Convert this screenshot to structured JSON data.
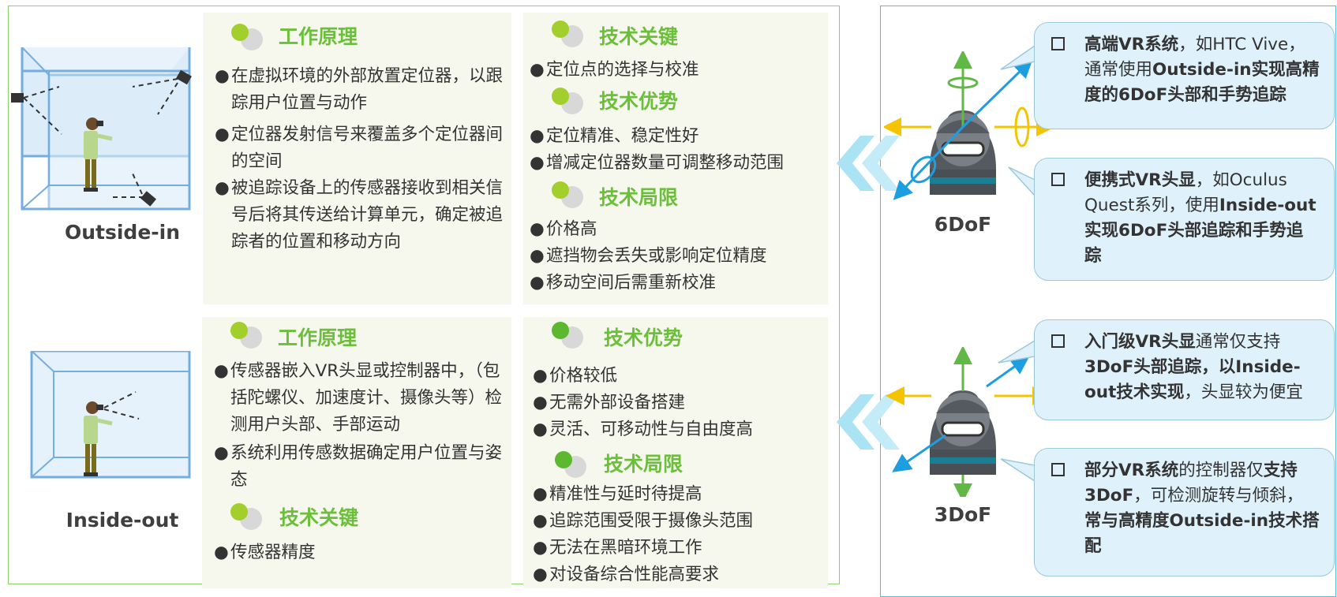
{
  "outside_in": {
    "label": "Outside-in",
    "principle": {
      "title": "工作原理",
      "items": [
        "在虚拟环境的外部放置定位器，以跟踪用户位置与动作",
        "定位器发射信号来覆盖多个定位器间的空间",
        "被追踪设备上的传感器接收到相关信号后将其传送给计算单元，确定被追踪者的位置和移动方向"
      ]
    },
    "key": {
      "title": "技术关键",
      "items": [
        "定位点的选择与校准"
      ]
    },
    "advantage": {
      "title": "技术优势",
      "items": [
        "定位精准、稳定性好",
        "增减定位器数量可调整移动范围"
      ]
    },
    "limit": {
      "title": "技术局限",
      "items": [
        "价格高",
        "遮挡物会丢失或影响定位精度",
        "移动空间后需重新校准"
      ]
    }
  },
  "inside_out": {
    "label": "Inside-out",
    "principle": {
      "title": "工作原理",
      "items": [
        "传感器嵌入VR头显或控制器中，（包括陀螺仪、加速度计、摄像头等）检测用户头部、手部运动",
        "系统利用传感数据确定用户位置与姿态"
      ]
    },
    "key": {
      "title": "技术关键",
      "items": [
        "传感器精度"
      ]
    },
    "advantage": {
      "title": "技术优势",
      "items": [
        "价格较低",
        "无需外部设备搭建",
        "灵活、可移动性与自由度高"
      ]
    },
    "limit": {
      "title": "技术局限",
      "items": [
        "精准性与延时待提高",
        "追踪范围受限于摄像头范围",
        "无法在黑暗环境工作",
        "对设备综合性能高要求"
      ]
    }
  },
  "dof6": {
    "label": "6DoF",
    "bubble1": {
      "b1": "高端VR系统",
      "t1": "，如HTC Vive，通常使用",
      "b2": "Outside-in实现高精度的6DoF头部和手势追踪"
    },
    "bubble2": {
      "b1": "便携式VR头显",
      "t1": "，如Oculus Quest系列，使用",
      "b2": "Inside-out实现6DoF头部追踪和手势追踪"
    }
  },
  "dof3": {
    "label": "3DoF",
    "bubble1": {
      "b1": "入门级VR头显",
      "t1": "通常仅支持",
      "b2": "3DoF头部追踪，以Inside-out技术实现",
      "t2": "，头显较为便宜"
    },
    "bubble2": {
      "b1": "部分VR系统",
      "t1": "的控制器仅",
      "b2": "支持3DoF",
      "t2": "，可检测旋转与倾斜，",
      "b3": "常与高精度Outside-in技术搭配"
    }
  },
  "colors": {
    "green": "#6cbf3a",
    "panel": "#f6f8ee",
    "bubble": "#dff2fb",
    "chevron": "#a9e3f4"
  }
}
